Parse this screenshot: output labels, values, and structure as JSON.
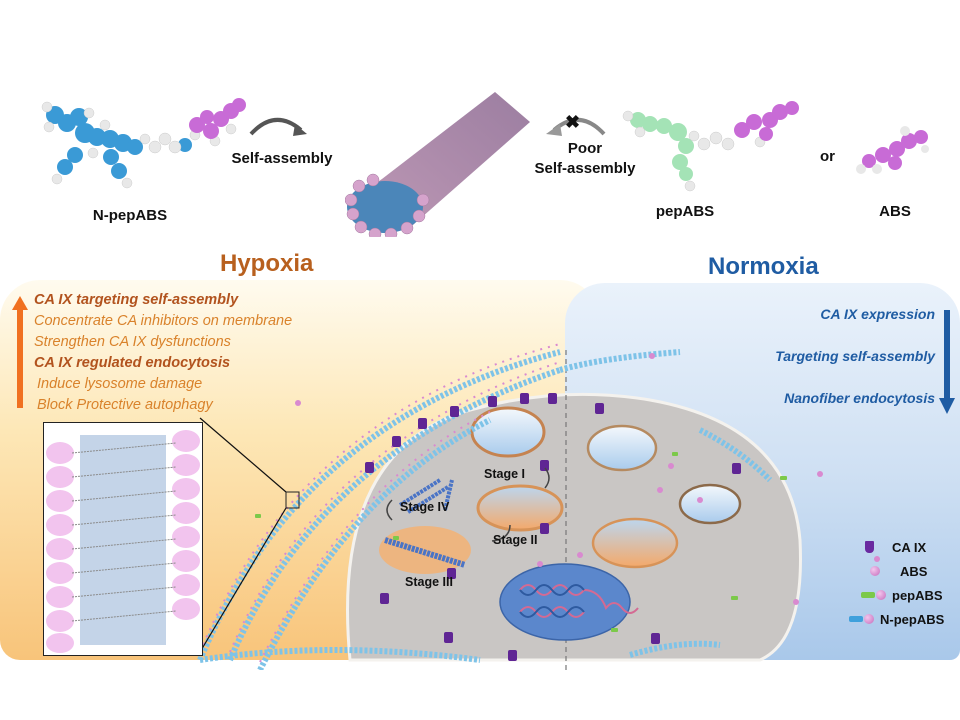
{
  "top_row": {
    "molecules": [
      {
        "name": "N-pepABS",
        "colors": {
          "core": "#3a9ad6",
          "head": "#c86bd6",
          "hydrogen": "#e6e6e6"
        }
      },
      {
        "name": "pepABS",
        "colors": {
          "core": "#9ee0b0",
          "head": "#c86bd6",
          "hydrogen": "#e6e6e6"
        }
      },
      {
        "name": "ABS",
        "colors": {
          "head": "#c86bd6",
          "hydrogen": "#e6e6e6"
        }
      }
    ],
    "arrow_self_assembly": "Self-assembly",
    "arrow_poor_line1": "Poor",
    "arrow_poor_line2": "Self-assembly",
    "blocked_icon": "x-mark-icon",
    "or_text": "or"
  },
  "hypoxia": {
    "title": "Hypoxia",
    "title_color": "#b8601e",
    "arrow_color": "#f07020",
    "arrow_direction": "up",
    "lines": [
      {
        "text": "CA IX targeting self-assembly",
        "bold": true
      },
      {
        "text": "Concentrate CA inhibitors on membrane",
        "bold": false
      },
      {
        "text": "Strengthen CA IX dysfunctions",
        "bold": false
      },
      {
        "text": "CA IX regulated endocytosis",
        "bold": true
      },
      {
        "text": "Induce lysosome damage",
        "bold": false
      },
      {
        "text": "Block Protective autophagy",
        "bold": false
      }
    ]
  },
  "normoxia": {
    "title": "Normoxia",
    "title_color": "#1f5ca3",
    "arrow_color": "#1f5ca3",
    "arrow_direction": "down",
    "lines": [
      "CA IX expression",
      "Targeting self-assembly",
      "Nanofiber endocytosis"
    ]
  },
  "stages": [
    "Stage I",
    "Stage II",
    "Stage III",
    "Stage IV"
  ],
  "legend": [
    {
      "label": "CA IX",
      "icon": "ca-ix-receptor-icon",
      "color": "#6a2aa0"
    },
    {
      "label": "ABS",
      "icon": "abs-sphere-icon",
      "color": "#d98ad0"
    },
    {
      "label": "pepABS",
      "icon": "pepabs-icon",
      "color": "#7cc94a"
    },
    {
      "label": "N-pepABS",
      "icon": "n-pepabs-icon",
      "color": "#3fa0dc"
    }
  ]
}
